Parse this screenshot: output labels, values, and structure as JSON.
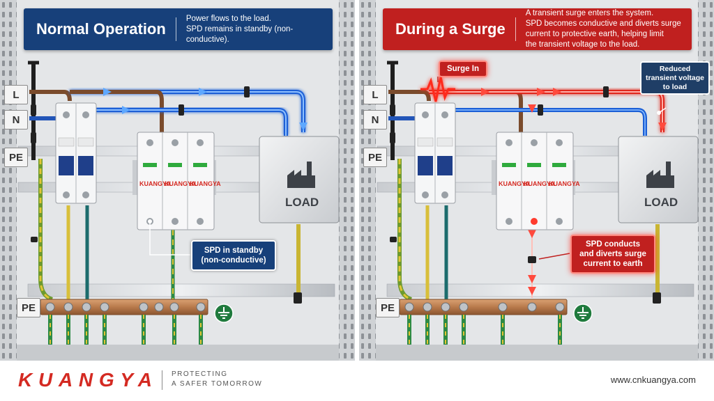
{
  "left_panel": {
    "title": "Normal Operation",
    "description": "Power flows to the load.\nSPD remains in standby (non-conductive).",
    "tags": {
      "l": "L",
      "n": "N",
      "pe_top": "PE",
      "pe_bottom": "PE"
    },
    "spd_brand": "KUANGYA",
    "load_label": "LOAD",
    "callout_spd": "SPD in standby\n(non-conductive)"
  },
  "right_panel": {
    "title": "During a Surge",
    "description": "A transient surge enters the system.\nSPD becomes conductive and diverts surge\ncurrent to protective earth, helping limit\nthe transient voltage to the load.",
    "tags": {
      "l": "L",
      "n": "N",
      "pe_top": "PE",
      "pe_bottom": "PE"
    },
    "spd_brand": "KUANGYA",
    "load_label": "LOAD",
    "callout_surge_in": "Surge In",
    "callout_reduced": "Reduced\ntransient voltage\nto load",
    "callout_spd": "SPD conducts\nand diverts surge\ncurrent to earth"
  },
  "footer": {
    "logo_text": "KUANGYA",
    "tagline": "PROTECTING\nA SAFER TOMORROW",
    "website": "www.cnkuangya.com"
  },
  "colors": {
    "blue_header": "#17407a",
    "red_header": "#c0201f",
    "blue_flow": "#2f7df0",
    "red_flow": "#ff3b2e",
    "copper": "#b87a4b",
    "earth_green": "#1f7a3d",
    "brand_red": "#d42a22"
  },
  "icons": [
    "factory-icon",
    "ground-icon",
    "surge-wave-icon",
    "arrow-icon"
  ]
}
